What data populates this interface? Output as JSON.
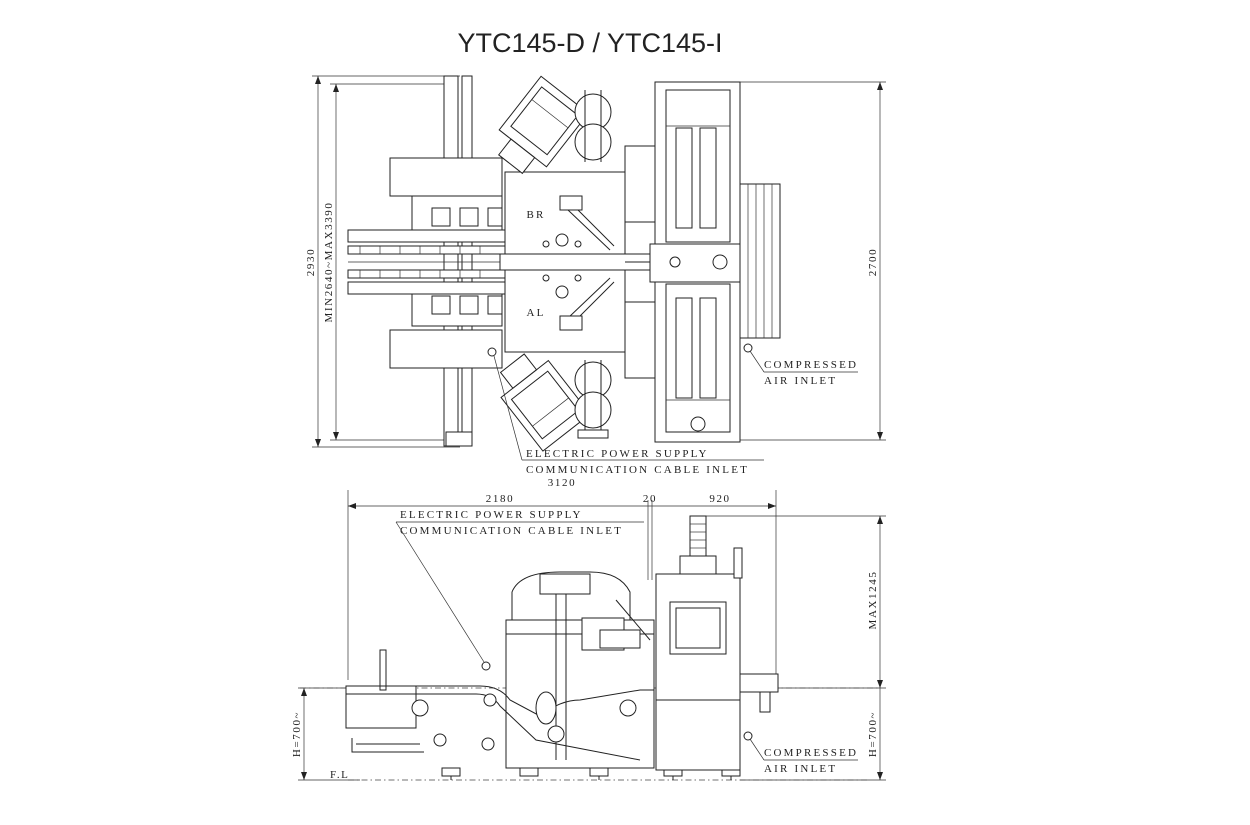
{
  "title": "YTC145-D / YTC145-I",
  "top_view": {
    "station_labels": [
      "BR",
      "AL"
    ],
    "dim_total_height": "2930",
    "dim_width_range": "MIN2640~MAX3390",
    "dim_right_height": "2700",
    "dim_total_width": "3120",
    "callouts": {
      "power_line1": "ELECTRIC POWER SUPPLY",
      "power_line2": "COMMUNICATION CABLE INLET",
      "air_line1": "COMPRESSED",
      "air_line2": "AIR INLET"
    }
  },
  "side_view": {
    "dim_left_width": "2180",
    "dim_gap": "20",
    "dim_right_width": "920",
    "dim_max_height": "MAX1245",
    "dim_height_left": "H=700~",
    "dim_height_right": "H=700~",
    "floor_label": "F.L",
    "callouts": {
      "power_line1": "ELECTRIC POWER SUPPLY",
      "power_line2": "COMMUNICATION CABLE INLET",
      "air_line1": "COMPRESSED",
      "air_line2": "AIR INLET"
    }
  }
}
